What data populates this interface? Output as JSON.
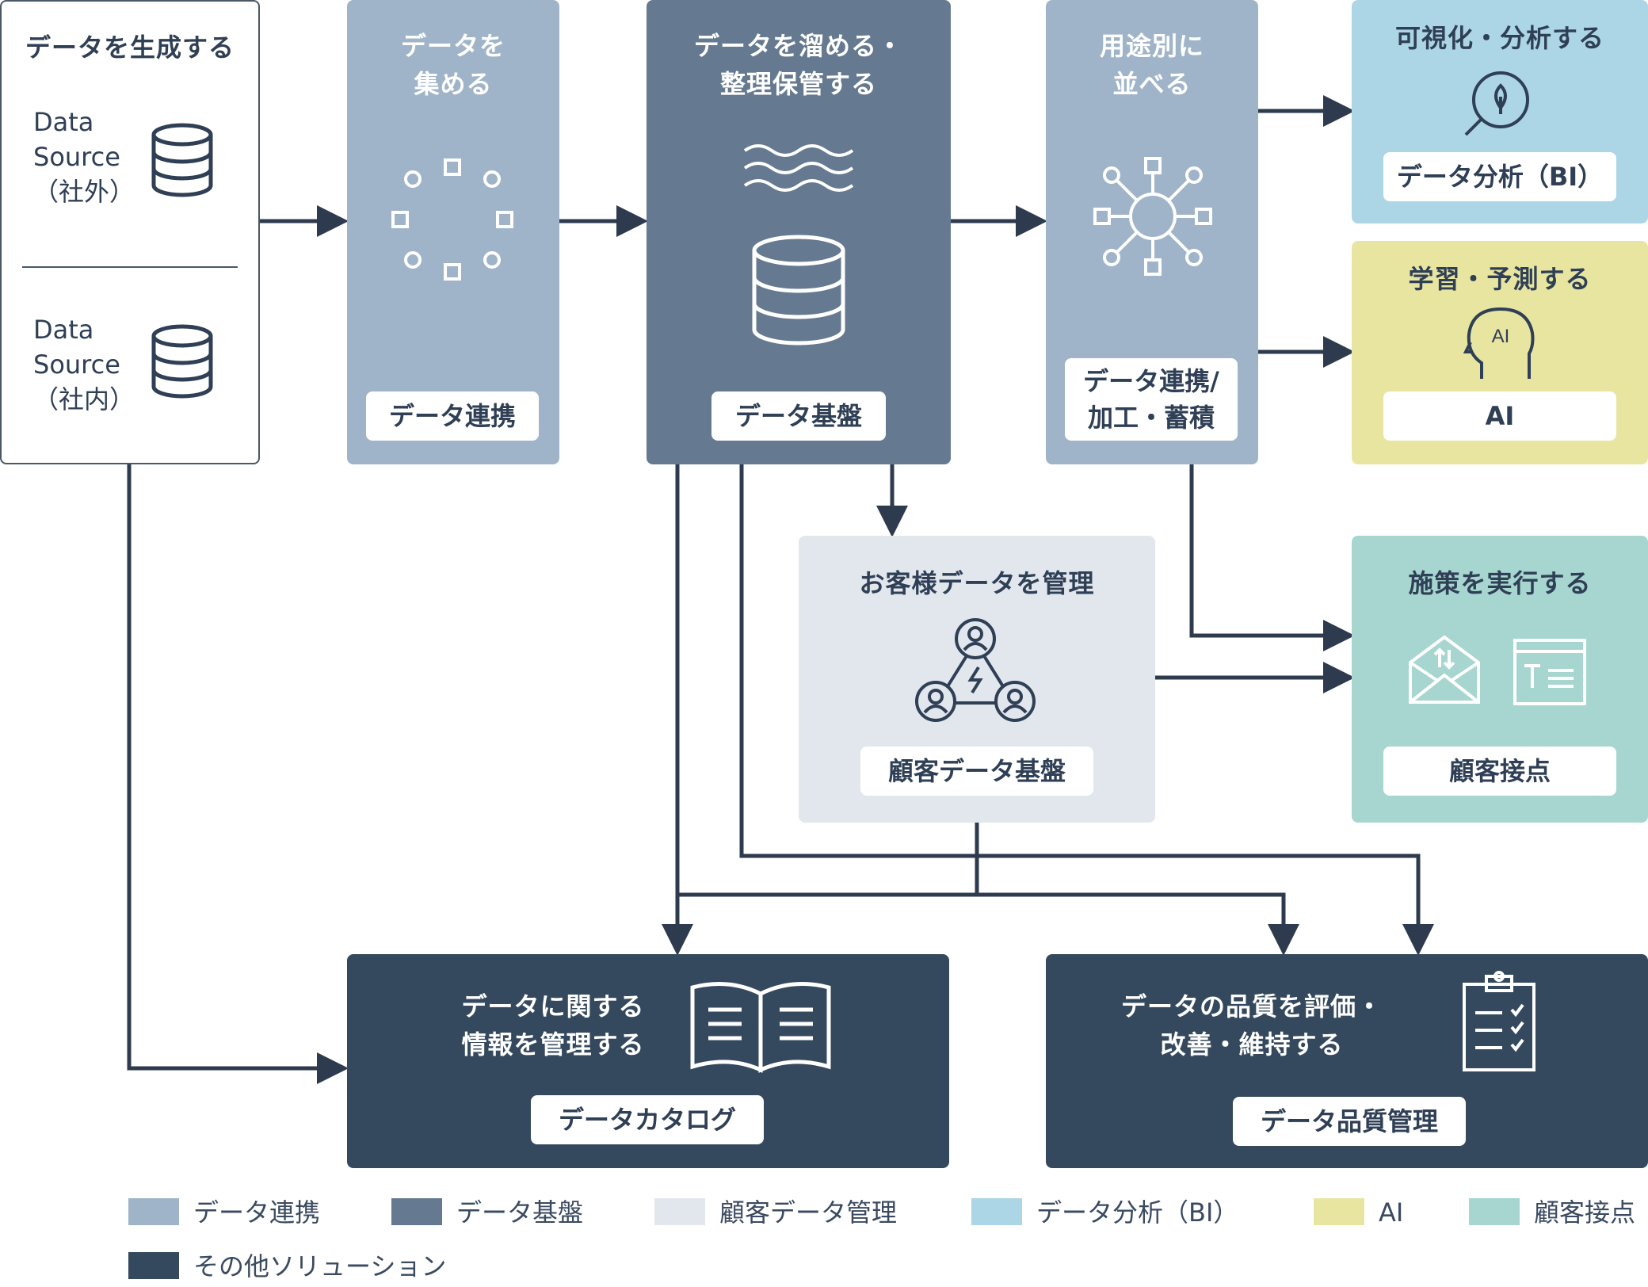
{
  "colors": {
    "data_integration": "#a0b4c9",
    "data_platform": "#657a90",
    "customer_data": "#e2e7ee",
    "bi": "#acd5e5",
    "ai": "#e8e5a1",
    "customer_touchpoint": "#a6d6cf",
    "other": "#34495e",
    "arrow": "#2e3b4e"
  },
  "source": {
    "title": "データを生成する",
    "external": [
      "Data",
      "Source",
      "（社外）"
    ],
    "internal": [
      "Data",
      "Source",
      "（社内）"
    ]
  },
  "collect": {
    "title": [
      "データを",
      "集める"
    ],
    "label": "データ連携"
  },
  "store": {
    "title": [
      "データを溜める・",
      "整理保管する"
    ],
    "label": "データ基盤"
  },
  "arrange": {
    "title": [
      "用途別に",
      "並べる"
    ],
    "label": [
      "データ連携/",
      "加工・蓄積"
    ]
  },
  "visualize": {
    "title": "可視化・分析する",
    "label": "データ分析（BI）"
  },
  "predict": {
    "title": "学習・予測する",
    "label": "AI",
    "icon_text": "AI"
  },
  "customer": {
    "title": "お客様データを管理",
    "label": "顧客データ基盤"
  },
  "execute": {
    "title": "施策を実行する",
    "label": "顧客接点"
  },
  "catalog": {
    "title": [
      "データに関する",
      "情報を管理する"
    ],
    "label": "データカタログ"
  },
  "quality": {
    "title": [
      "データの品質を評価・",
      "改善・維持する"
    ],
    "label": "データ品質管理"
  },
  "legend": [
    {
      "label": "データ連携",
      "color": "#a0b4c9"
    },
    {
      "label": "データ基盤",
      "color": "#657a90"
    },
    {
      "label": "顧客データ管理",
      "color": "#e2e7ee"
    },
    {
      "label": "データ分析（BI）",
      "color": "#acd5e5"
    },
    {
      "label": "AI",
      "color": "#e8e5a1"
    },
    {
      "label": "顧客接点",
      "color": "#a6d6cf"
    },
    {
      "label": "その他ソリューション",
      "color": "#34495e"
    }
  ]
}
